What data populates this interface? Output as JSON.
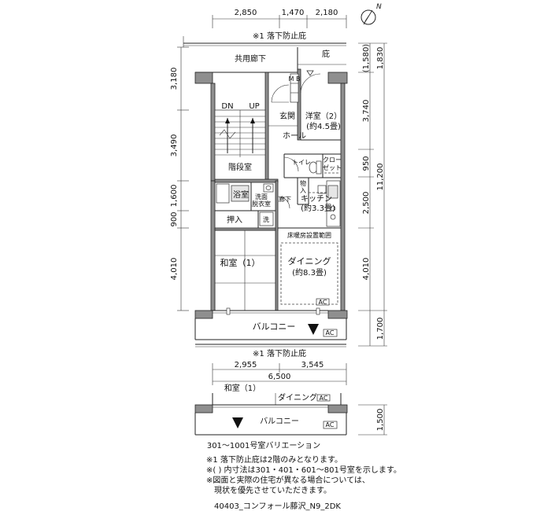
{
  "top_dims": [
    "2,850",
    "1,470",
    "2,180"
  ],
  "left_dims": [
    "3,180",
    "3,490",
    "1,600",
    "900",
    "4,010"
  ],
  "right_dims": [
    "(1,580)",
    "1,830",
    "3,740",
    "950",
    "2,500",
    "11,200",
    "4,010",
    "1,700"
  ],
  "bottom_dims": [
    "2,955",
    "3,545",
    "6,500"
  ],
  "var_dim": "1,500",
  "north": "N",
  "fall_note_top": "※1 落下防止庇",
  "fall_note_bottom": "※1 落下防止庇",
  "rooms": {
    "corridor": "共用廊下",
    "eave": "庇",
    "western_room": "洋室（2）",
    "western_size": "(約4.5畳)",
    "entrance": "玄関",
    "hall": "ホール",
    "stair_dn": "DN",
    "stair_up": "UP",
    "stairwell": "階段室",
    "toilet": "トイレ",
    "closet": "クロー\nゼット",
    "storage": "物入",
    "kitchen": "キッチン",
    "kitchen_size": "(約3.3畳)",
    "bath": "浴室",
    "washroom_1": "洗面",
    "washroom_2": "脱衣室",
    "hallway": "廊下",
    "oshiire": "押入",
    "laundry": "洗",
    "floor_heating": "床暖房設置範囲",
    "japanese_room": "和室（1）",
    "dining": "ダイニング",
    "dining_size": "(約8.3畳)",
    "balcony": "バルコニー",
    "ac": "AC",
    "mb": "M B"
  },
  "variation": {
    "japanese_room": "和室（1）",
    "dining": "ダイニング",
    "balcony": "バルコニー",
    "ac": "AC",
    "caption": "301〜1001号室バリエーション"
  },
  "notes": [
    "※1  落下防止庇は2階のみとなります。",
    "※(    ) 内寸法は301・401・601〜801号室を示します。",
    "※図面と実際の住宅が異なる場合については、",
    "　現状を優先させていただきます。"
  ],
  "footer": "40403_コンフォール藤沢_N9_2DK"
}
